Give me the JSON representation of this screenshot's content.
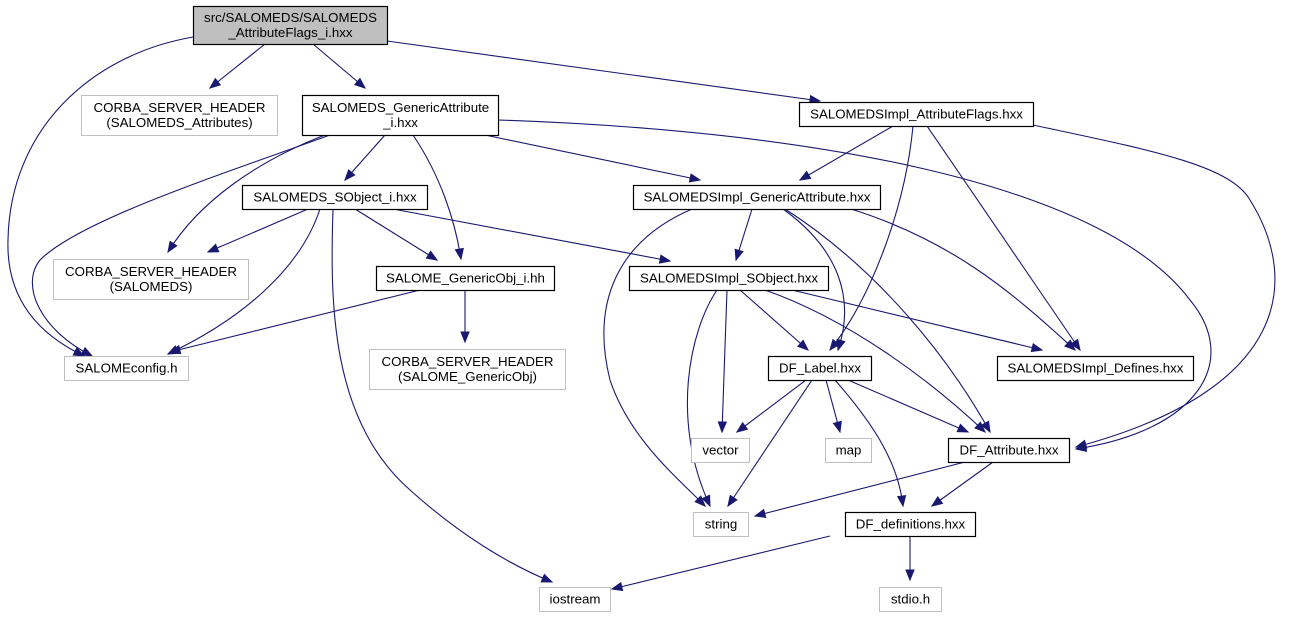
{
  "diagram": {
    "type": "include-dependency-graph",
    "colors": {
      "edge": "#191970",
      "root_fill": "#bfbfbf",
      "root_border": "#000000",
      "documented_border": "#000000",
      "external_border": "#bfbfbf",
      "node_fill": "#ffffff"
    },
    "nodes": [
      {
        "id": "root",
        "lines": [
          "src/SALOMEDS/SALOMEDS",
          "_AttributeFlags_i.hxx"
        ],
        "kind": "root"
      },
      {
        "id": "corba_attrs",
        "lines": [
          "CORBA_SERVER_HEADER",
          "(SALOMEDS_Attributes)"
        ],
        "kind": "external"
      },
      {
        "id": "generic_attr_i",
        "lines": [
          "SALOMEDS_GenericAttribute",
          "_i.hxx"
        ],
        "kind": "file"
      },
      {
        "id": "impl_attr_flags",
        "lines": [
          "SALOMEDSImpl_AttributeFlags.hxx"
        ],
        "kind": "file"
      },
      {
        "id": "sobject_i",
        "lines": [
          "SALOMEDS_SObject_i.hxx"
        ],
        "kind": "file"
      },
      {
        "id": "impl_generic_attr",
        "lines": [
          "SALOMEDSImpl_GenericAttribute.hxx"
        ],
        "kind": "file"
      },
      {
        "id": "corba_salomeds",
        "lines": [
          "CORBA_SERVER_HEADER",
          "(SALOMEDS)"
        ],
        "kind": "external"
      },
      {
        "id": "generic_obj_i",
        "lines": [
          "SALOME_GenericObj_i.hh"
        ],
        "kind": "file"
      },
      {
        "id": "impl_sobject",
        "lines": [
          "SALOMEDSImpl_SObject.hxx"
        ],
        "kind": "file"
      },
      {
        "id": "salomeconfig",
        "lines": [
          "SALOMEconfig.h"
        ],
        "kind": "external"
      },
      {
        "id": "corba_genobj",
        "lines": [
          "CORBA_SERVER_HEADER",
          "(SALOME_GenericObj)"
        ],
        "kind": "external"
      },
      {
        "id": "df_label",
        "lines": [
          "DF_Label.hxx"
        ],
        "kind": "file"
      },
      {
        "id": "impl_defines",
        "lines": [
          "SALOMEDSImpl_Defines.hxx"
        ],
        "kind": "file"
      },
      {
        "id": "vector",
        "lines": [
          "vector"
        ],
        "kind": "external"
      },
      {
        "id": "map",
        "lines": [
          "map"
        ],
        "kind": "external"
      },
      {
        "id": "df_attribute",
        "lines": [
          "DF_Attribute.hxx"
        ],
        "kind": "file"
      },
      {
        "id": "string",
        "lines": [
          "string"
        ],
        "kind": "external"
      },
      {
        "id": "df_definitions",
        "lines": [
          "DF_definitions.hxx"
        ],
        "kind": "file"
      },
      {
        "id": "iostream",
        "lines": [
          "iostream"
        ],
        "kind": "external"
      },
      {
        "id": "stdio",
        "lines": [
          "stdio.h"
        ],
        "kind": "external"
      }
    ],
    "edges": [
      {
        "from": "root",
        "to": "salomeconfig"
      },
      {
        "from": "root",
        "to": "corba_attrs"
      },
      {
        "from": "root",
        "to": "generic_attr_i"
      },
      {
        "from": "root",
        "to": "impl_attr_flags"
      },
      {
        "from": "generic_attr_i",
        "to": "salomeconfig"
      },
      {
        "from": "generic_attr_i",
        "to": "corba_salomeds"
      },
      {
        "from": "generic_attr_i",
        "to": "sobject_i"
      },
      {
        "from": "generic_attr_i",
        "to": "generic_obj_i"
      },
      {
        "from": "generic_attr_i",
        "to": "impl_generic_attr"
      },
      {
        "from": "generic_attr_i",
        "to": "df_attribute"
      },
      {
        "from": "impl_attr_flags",
        "to": "impl_generic_attr"
      },
      {
        "from": "impl_attr_flags",
        "to": "df_label"
      },
      {
        "from": "impl_attr_flags",
        "to": "impl_defines"
      },
      {
        "from": "impl_attr_flags",
        "to": "df_attribute"
      },
      {
        "from": "sobject_i",
        "to": "corba_salomeds"
      },
      {
        "from": "sobject_i",
        "to": "salomeconfig"
      },
      {
        "from": "sobject_i",
        "to": "generic_obj_i"
      },
      {
        "from": "sobject_i",
        "to": "impl_sobject"
      },
      {
        "from": "sobject_i",
        "to": "iostream"
      },
      {
        "from": "impl_generic_attr",
        "to": "impl_sobject"
      },
      {
        "from": "impl_generic_attr",
        "to": "string"
      },
      {
        "from": "impl_generic_attr",
        "to": "df_label"
      },
      {
        "from": "impl_generic_attr",
        "to": "df_attribute"
      },
      {
        "from": "impl_generic_attr",
        "to": "impl_defines"
      },
      {
        "from": "generic_obj_i",
        "to": "salomeconfig"
      },
      {
        "from": "generic_obj_i",
        "to": "corba_genobj"
      },
      {
        "from": "impl_sobject",
        "to": "string"
      },
      {
        "from": "impl_sobject",
        "to": "vector"
      },
      {
        "from": "impl_sobject",
        "to": "df_label"
      },
      {
        "from": "impl_sobject",
        "to": "df_attribute"
      },
      {
        "from": "impl_sobject",
        "to": "impl_defines"
      },
      {
        "from": "df_label",
        "to": "vector"
      },
      {
        "from": "df_label",
        "to": "string"
      },
      {
        "from": "df_label",
        "to": "map"
      },
      {
        "from": "df_label",
        "to": "df_definitions"
      },
      {
        "from": "df_label",
        "to": "df_attribute"
      },
      {
        "from": "df_attribute",
        "to": "string"
      },
      {
        "from": "df_attribute",
        "to": "df_definitions"
      },
      {
        "from": "df_definitions",
        "to": "iostream"
      },
      {
        "from": "df_definitions",
        "to": "stdio"
      }
    ]
  }
}
